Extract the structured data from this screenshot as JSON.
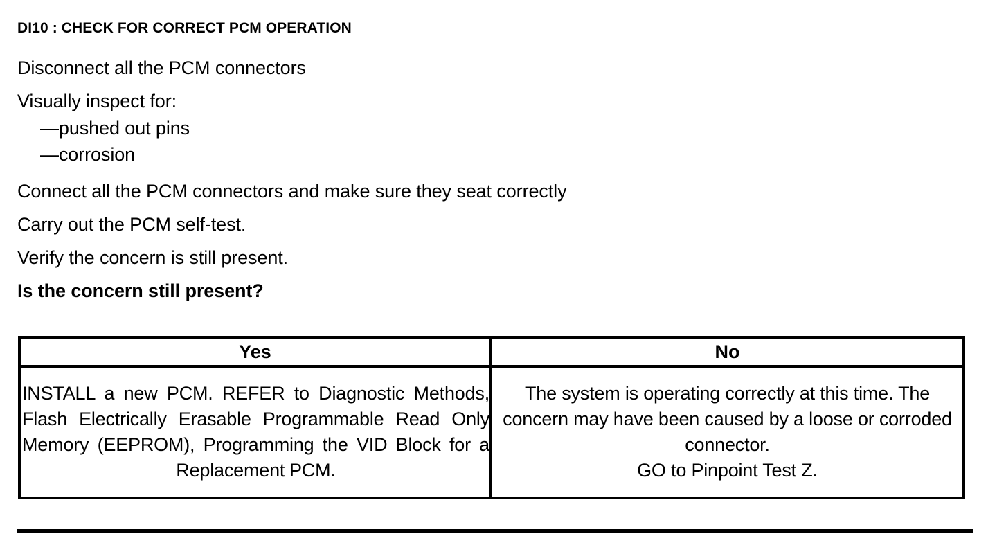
{
  "document": {
    "step_title": "DI10 : CHECK FOR CORRECT PCM OPERATION",
    "instructions": [
      {
        "text": "Disconnect all the PCM connectors",
        "style": "normal"
      },
      {
        "text": "Visually inspect for:",
        "style": "normal"
      },
      {
        "text": "—pushed out pins",
        "style": "bullet"
      },
      {
        "text": "—corrosion",
        "style": "bullet"
      },
      {
        "text": "Connect all the PCM connectors and make sure they seat correctly",
        "style": "normal"
      },
      {
        "text": "Carry out the PCM self-test.",
        "style": "normal"
      },
      {
        "text": "Verify the concern is still present.",
        "style": "normal"
      },
      {
        "text": "Is the concern still present?",
        "style": "bold"
      }
    ],
    "decision_table": {
      "headers": {
        "yes": "Yes",
        "no": "No"
      },
      "cells": {
        "yes": "INSTALL a new PCM. REFER to Diagnostic Methods, Flash Electrically Erasable Programmable Read Only Memory (EEPROM), Programming the VID Block for a Replacement PCM.",
        "no": "The system is operating correctly at this time. The concern may have been caused by a loose or corroded connector.\nGO to Pinpoint Test Z."
      }
    },
    "colors": {
      "ink": "#000000",
      "paper": "#ffffff"
    }
  }
}
